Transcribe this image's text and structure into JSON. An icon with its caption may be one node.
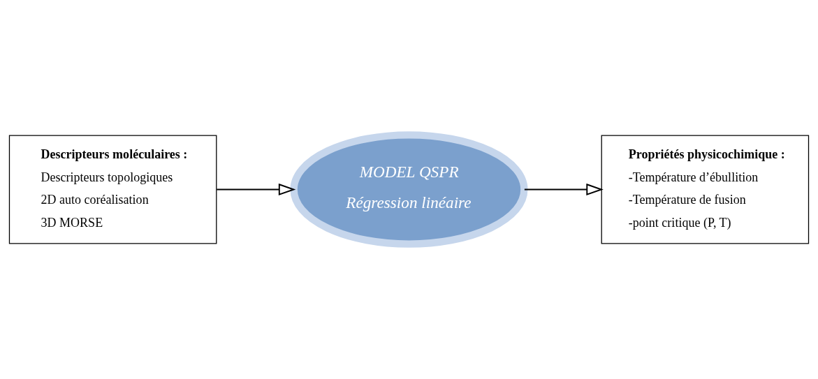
{
  "diagram": {
    "nodes": [
      {
        "text": [
          "Descripteurs moléculaires :",
          "Descripteurs topologiques",
          "2D auto coréalisation",
          "3D MORSE"
        ]
      },
      {
        "text": [
          "MODEL QSPR",
          "Régression linéaire"
        ]
      },
      {
        "text": [
          "Propriétés physicochimique :",
          "-Température d’ébullition",
          "-Température de fusion",
          "-point critique (P, T)"
        ]
      }
    ],
    "edges": [
      {
        "from": 0,
        "to": 1,
        "arrow": "to"
      },
      {
        "from": 1,
        "to": 2,
        "arrow": "to"
      }
    ]
  }
}
